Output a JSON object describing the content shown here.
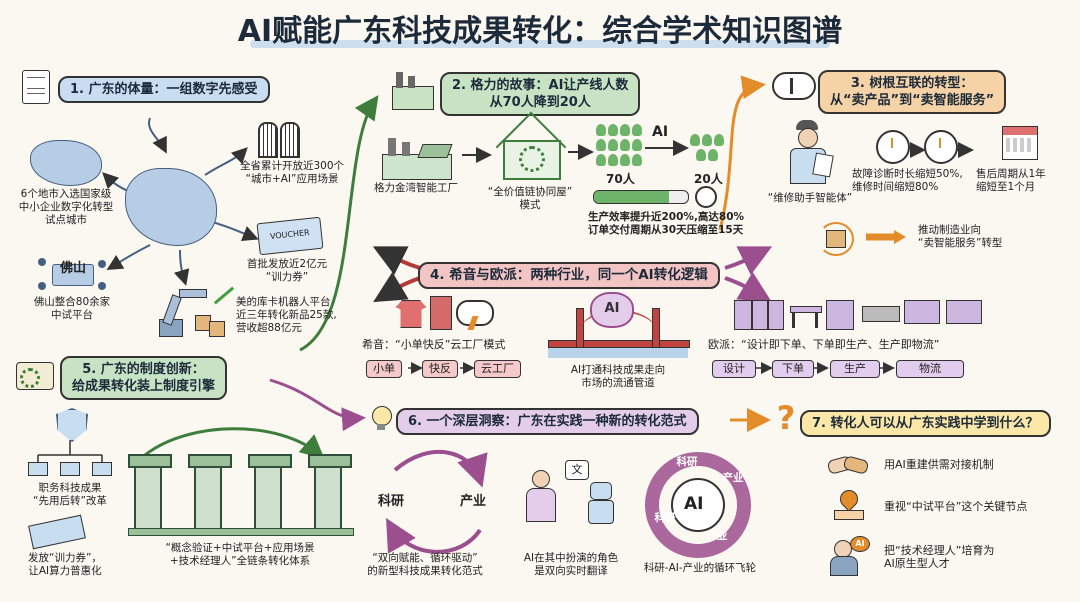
{
  "title": "AI赋能广东科技成果转化：综合学术知识图谱",
  "colors": {
    "blue": "#c9ddf1",
    "green": "#c8e3c4",
    "orange": "#f6d3a6",
    "red": "#f3c4c4",
    "purple": "#e3cdea",
    "yellow": "#fbe7a8"
  },
  "s1": {
    "banner": "1. 广东的体量：一组数字先感受",
    "pilot_cities": "6个地市入选国家级\n中小企业数字化转型\n试点城市",
    "ai_scenes": "全省累计开放近300个\n“城市+AI”应用场景",
    "foshan_tag": "佛山",
    "foshan": "佛山整合80余家\n中试平台",
    "voucher_tag": "VOUCHER",
    "voucher": "首批发放近2亿元\n“训力券”",
    "midea": "美的库卡机器人平台\n近三年转化新品25款,\n营收超88亿元"
  },
  "s2": {
    "banner": "2. 格力的故事：AI让产线人数\n从70人降到20人",
    "factory": "格力金湾智能工厂",
    "value_chain": "“全价值链协同屋”\n模式",
    "ai_tag": "AI",
    "count_before": "70人",
    "count_after": "20人",
    "efficiency": "生产效率提升近200%,高达80%\n订单交付周期从30天压缩至15天"
  },
  "s3": {
    "banner": "3. 树根互联的转型：\n从“卖产品”到“卖智能服务”",
    "assistant": "“维修助手智能体”",
    "diagnosis": "故障诊断时长缩短50%,\n维修时间缩短80%",
    "aftersale": "售后周期从1年\n缩短至1个月",
    "push": "推动制造业向\n“卖智能服务”转型"
  },
  "s4": {
    "banner": "4. 希音与欧派：两种行业，同一个AI转化逻辑",
    "shein": "希音：“小单快反”云工厂模式",
    "shein_steps": [
      "小单",
      "快反",
      "云工厂"
    ],
    "bridge_tag": "AI",
    "bridge": "AI打通科技成果走向\n市场的流通管道",
    "oppein": "欧派：“设计即下单、下单即生产、生产即物流”",
    "oppein_steps": [
      "设计",
      "下单",
      "生产",
      "物流"
    ]
  },
  "s5": {
    "banner": "5. 广东的制度创新：\n给成果转化装上制度引擎",
    "reform": "职务科技成果\n“先用后转”改革",
    "voucher": "发放“训力券”，\n让AI算力普惠化",
    "chain": "“概念验证+中试平台+应用场景\n+技术经理人”全链条转化体系"
  },
  "s6": {
    "banner": "6. 一个深层洞察：广东在实践一种新的转化范式",
    "research": "科研",
    "industry": "产业",
    "two_way": "“双向赋能、循环驱动”\n的新型科技成果转化范式",
    "translator_tag": "文",
    "translator": "AI在其中扮演的角色\n是双向实时翻译",
    "ai_center": "AI",
    "wheel_top": "科研",
    "wheel_right": "产业",
    "wheel_left": "科研",
    "wheel_bottom": "产业",
    "flywheel": "科研-AI-产业的循环飞轮"
  },
  "s7": {
    "banner": "7. 转化人可以从广东实践中学到什么？",
    "items": [
      "用AI重建供需对接机制",
      "重视“中试平台”这个关键节点",
      "把“技术经理人”培育为\nAI原生型人才"
    ],
    "ai_tag": "AI"
  }
}
